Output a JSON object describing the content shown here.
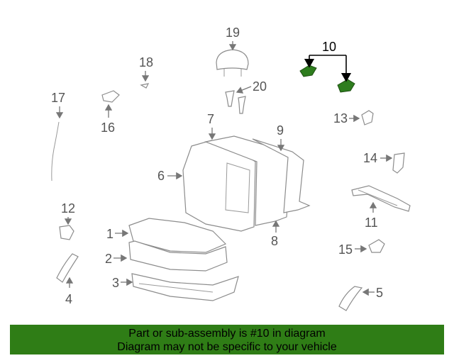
{
  "callouts": {
    "c1": "1",
    "c2": "2",
    "c3": "3",
    "c4": "4",
    "c5": "5",
    "c6": "6",
    "c7": "7",
    "c8": "8",
    "c9": "9",
    "c10": "10",
    "c11": "11",
    "c12": "12",
    "c13": "13",
    "c14": "14",
    "c15": "15",
    "c16": "16",
    "c17": "17",
    "c18": "18",
    "c19": "19",
    "c20": "20"
  },
  "banner": {
    "line1": "Part or sub-assembly is #10 in diagram",
    "line2": "Diagram may not be specific to your vehicle"
  },
  "colors": {
    "highlight": "#2e7d1e",
    "banner_bg": "#2f7d16",
    "line": "#777777"
  }
}
